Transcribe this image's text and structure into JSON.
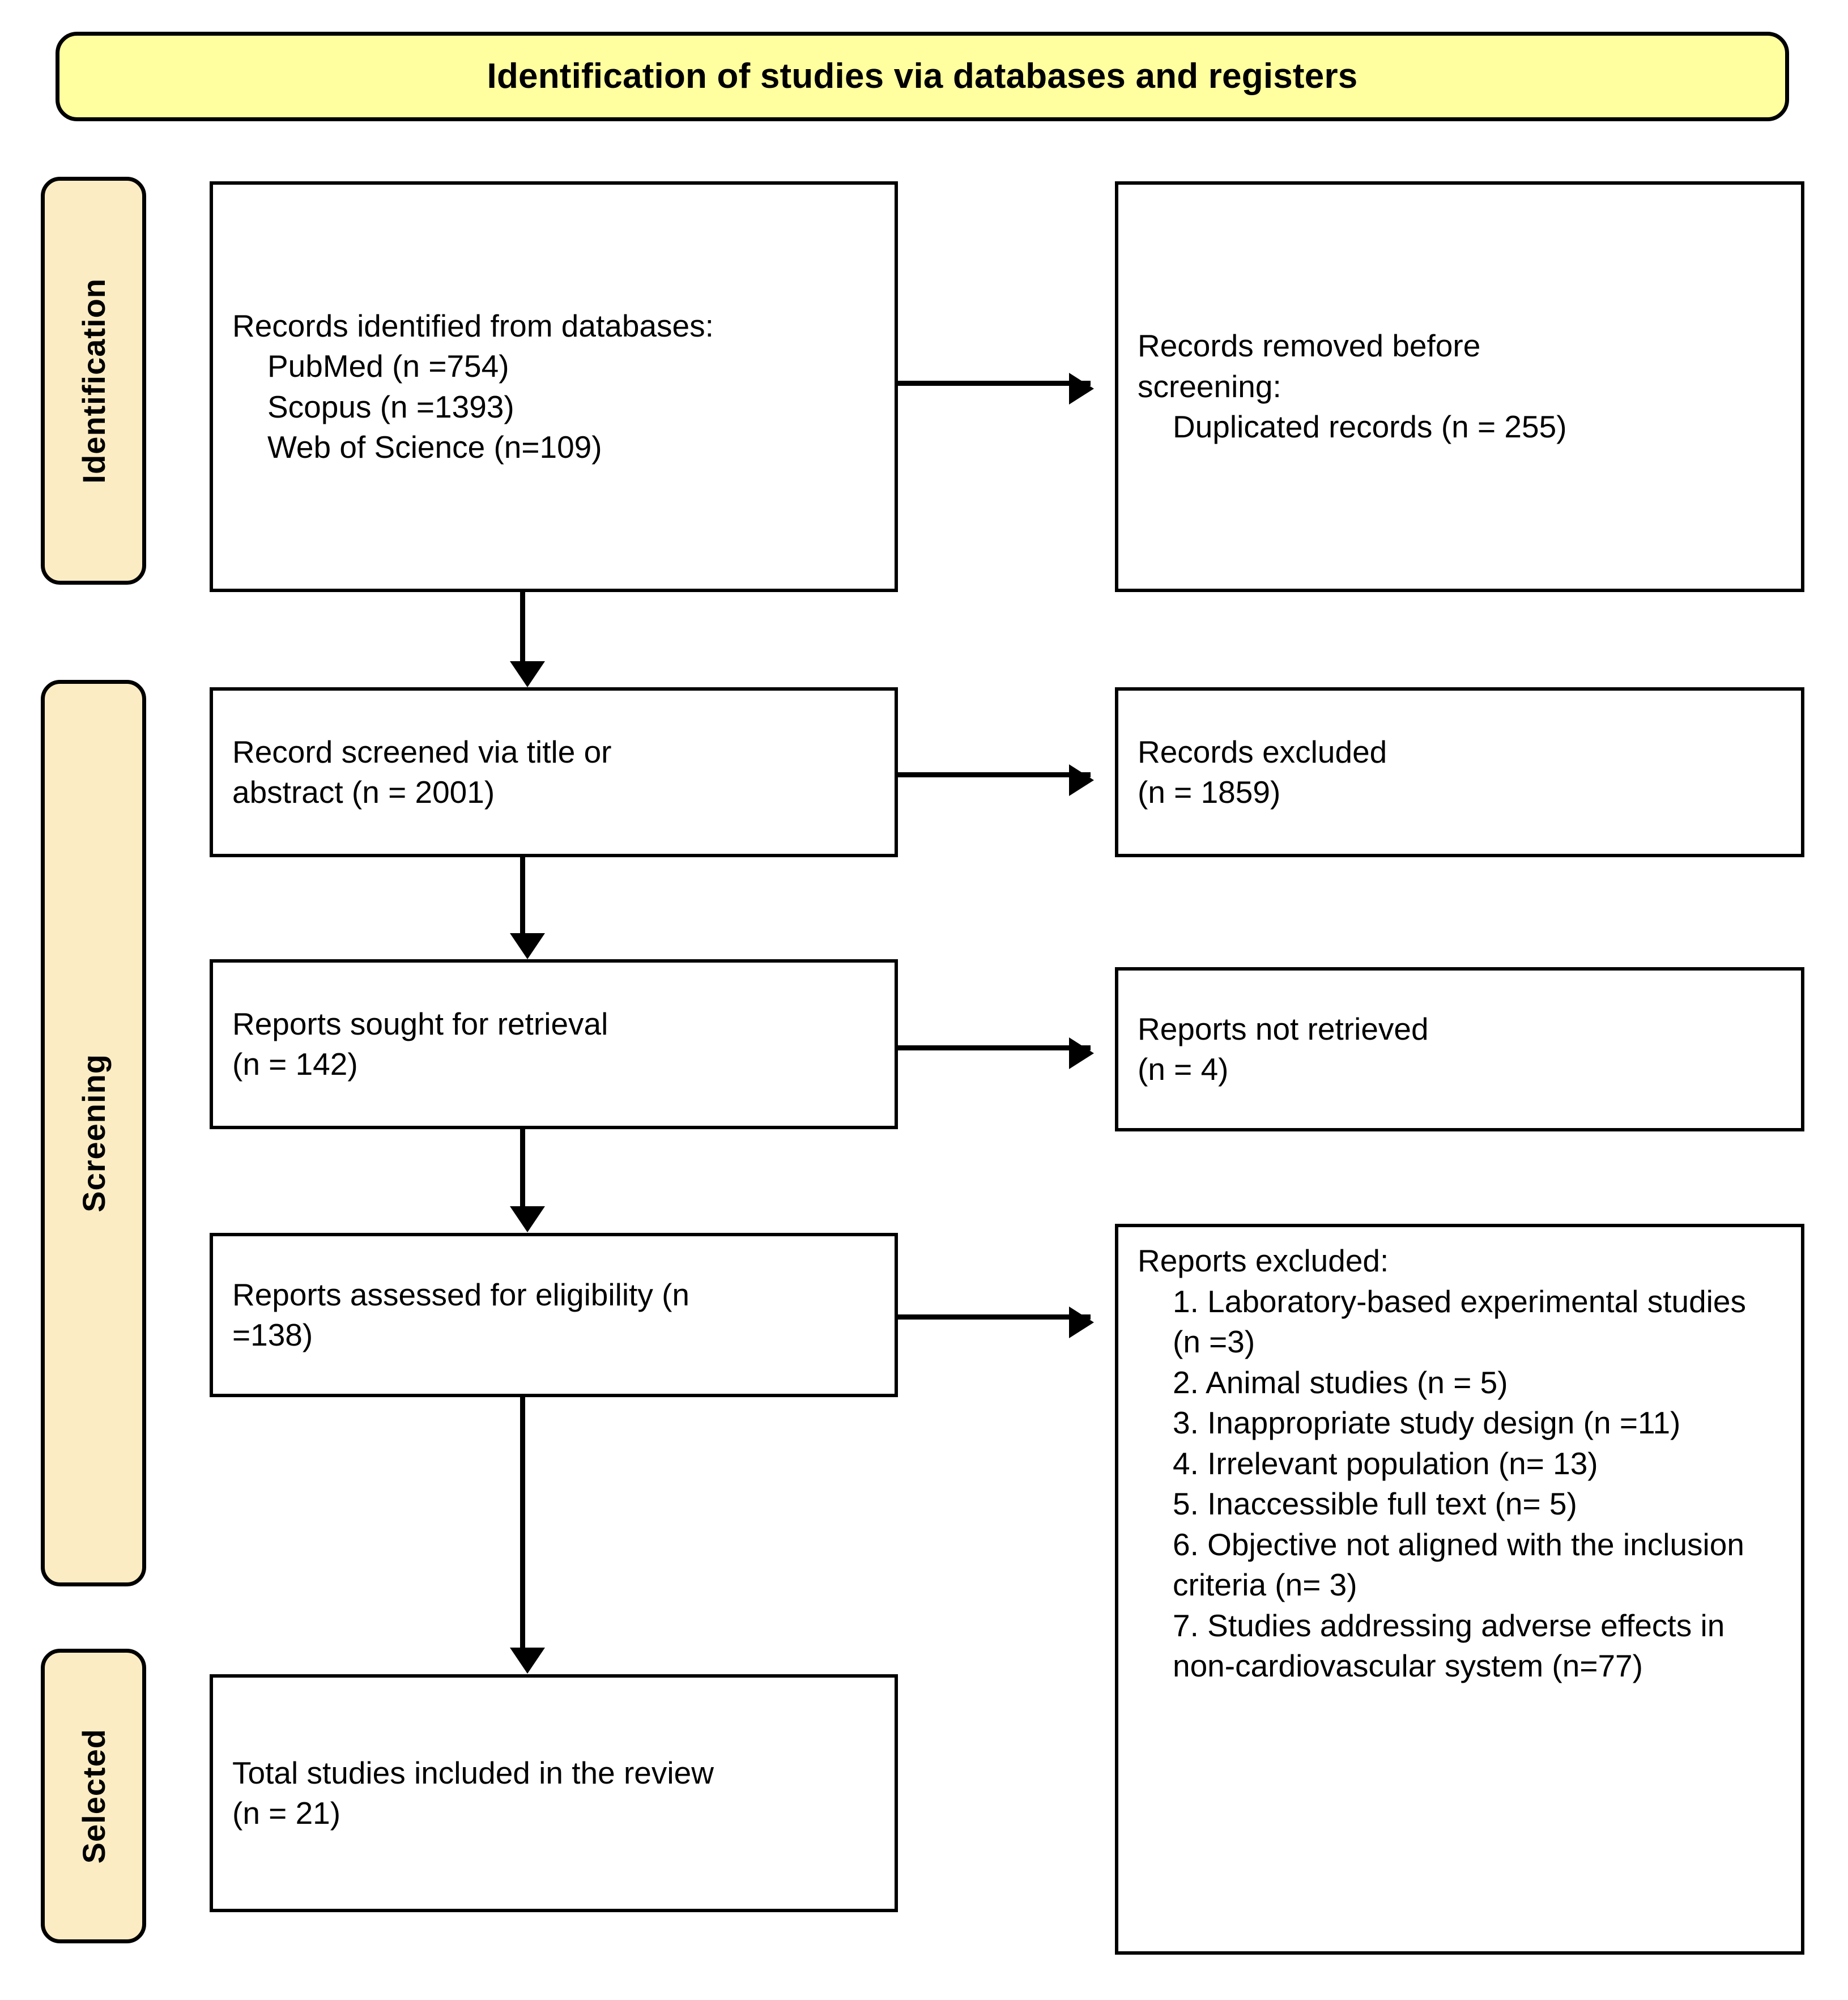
{
  "diagram": {
    "title": "Identification of studies via databases and registers",
    "colors": {
      "title_banner_fill": "#FFFFA0",
      "stage_band_fill": "#FCECC4",
      "box_fill": "#FFFFFF",
      "stroke": "#000000"
    },
    "stages": [
      {
        "id": "identification",
        "label": "Identification"
      },
      {
        "id": "screening",
        "label": "Screening"
      },
      {
        "id": "selected",
        "label": "Selected"
      }
    ],
    "boxes": {
      "records_identified": {
        "lines": [
          "Records identified from databases:",
          "PubMed (n =754)",
          "Scopus (n =1393)",
          "Web of Science (n=109)"
        ]
      },
      "records_removed": {
        "lines": [
          "Records removed before",
          "screening:",
          "Duplicated records (n = 255)"
        ]
      },
      "records_screened": {
        "lines": [
          "Record screened via title or",
          "abstract (n = 2001)"
        ]
      },
      "records_excluded": {
        "lines": [
          "Records excluded",
          "(n = 1859)"
        ]
      },
      "reports_sought": {
        "lines": [
          "Reports sought for retrieval",
          "(n = 142)"
        ]
      },
      "reports_not_retrieved": {
        "lines": [
          "Reports not retrieved",
          "(n = 4)"
        ]
      },
      "reports_assessed": {
        "lines": [
          "Reports assessed for eligibility (n",
          "=138)"
        ]
      },
      "reports_excluded": {
        "heading": "Reports excluded:",
        "items": [
          "1. Laboratory-based experimental studies (n =3)",
          "2. Animal studies (n = 5)",
          "3. Inappropriate study design (n =11)",
          "4. Irrelevant population (n= 13)",
          "5. Inaccessible full text (n= 5)",
          "6. Objective not aligned with the inclusion criteria (n= 3)",
          "7. Studies addressing adverse effects in non-cardiovascular system (n=77)"
        ]
      },
      "total_included": {
        "lines": [
          "Total studies included in the review",
          "(n = 21)"
        ]
      }
    },
    "connectors": [
      {
        "id": "identified-to-removed",
        "direction": "right"
      },
      {
        "id": "screened-to-excluded",
        "direction": "right"
      },
      {
        "id": "sought-to-not-retrieved",
        "direction": "right"
      },
      {
        "id": "assessed-to-excluded",
        "direction": "right"
      },
      {
        "id": "identified-to-screened",
        "direction": "down"
      },
      {
        "id": "screened-to-sought",
        "direction": "down"
      },
      {
        "id": "sought-to-assessed",
        "direction": "down"
      },
      {
        "id": "assessed-to-included",
        "direction": "down"
      }
    ]
  }
}
